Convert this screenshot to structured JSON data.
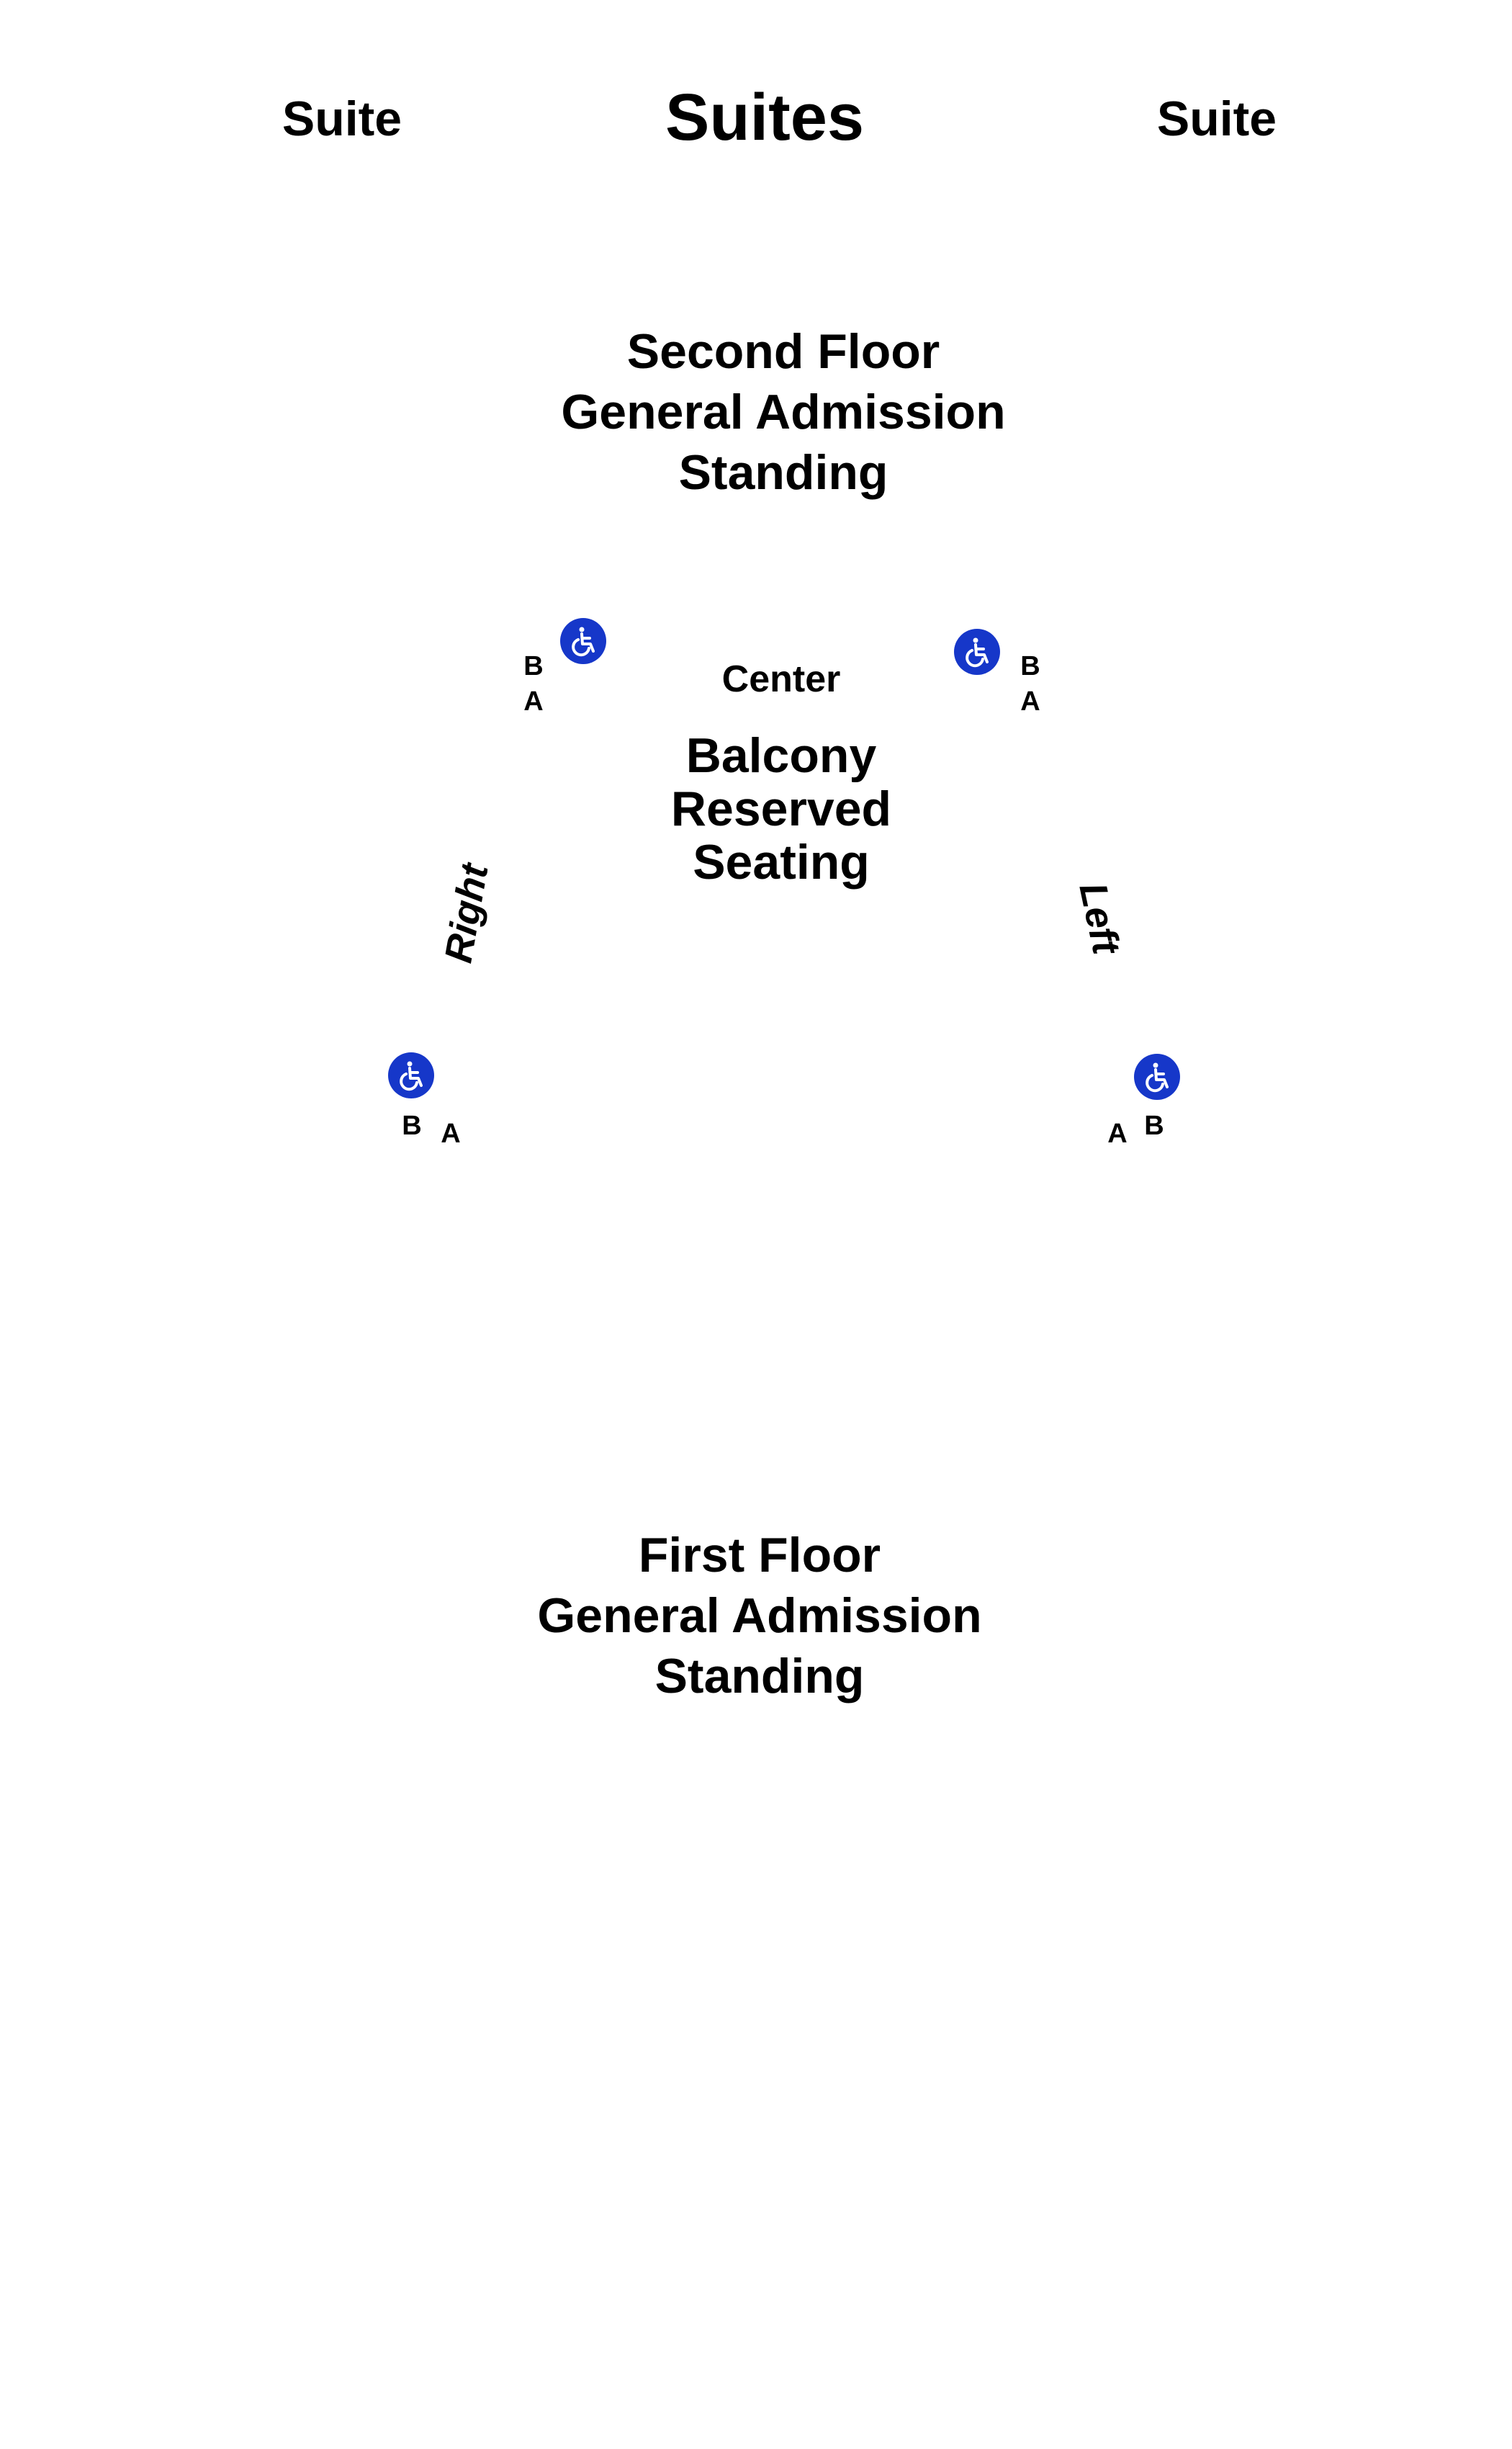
{
  "suites": {
    "title": "Suites",
    "left_label": "Suite",
    "right_label": "Suite"
  },
  "second_floor": {
    "lines": [
      "Second Floor",
      "General Admission",
      "Standing"
    ]
  },
  "balcony": {
    "center_label": "Center",
    "lines": [
      "Balcony",
      "Reserved",
      "Seating"
    ],
    "right_label": "Right",
    "left_label": "Left"
  },
  "rows": {
    "top_left": {
      "b": "B",
      "a": "A"
    },
    "top_right": {
      "b": "B",
      "a": "A"
    },
    "bottom_left": {
      "b": "B",
      "a": "A"
    },
    "bottom_right": {
      "a": "A",
      "b": "B"
    }
  },
  "first_floor": {
    "lines": [
      "First Floor",
      "General Admission",
      "Standing"
    ]
  },
  "icons": {
    "accessible": "wheelchair-accessible-icon",
    "accessible_color": "#1637c9"
  }
}
